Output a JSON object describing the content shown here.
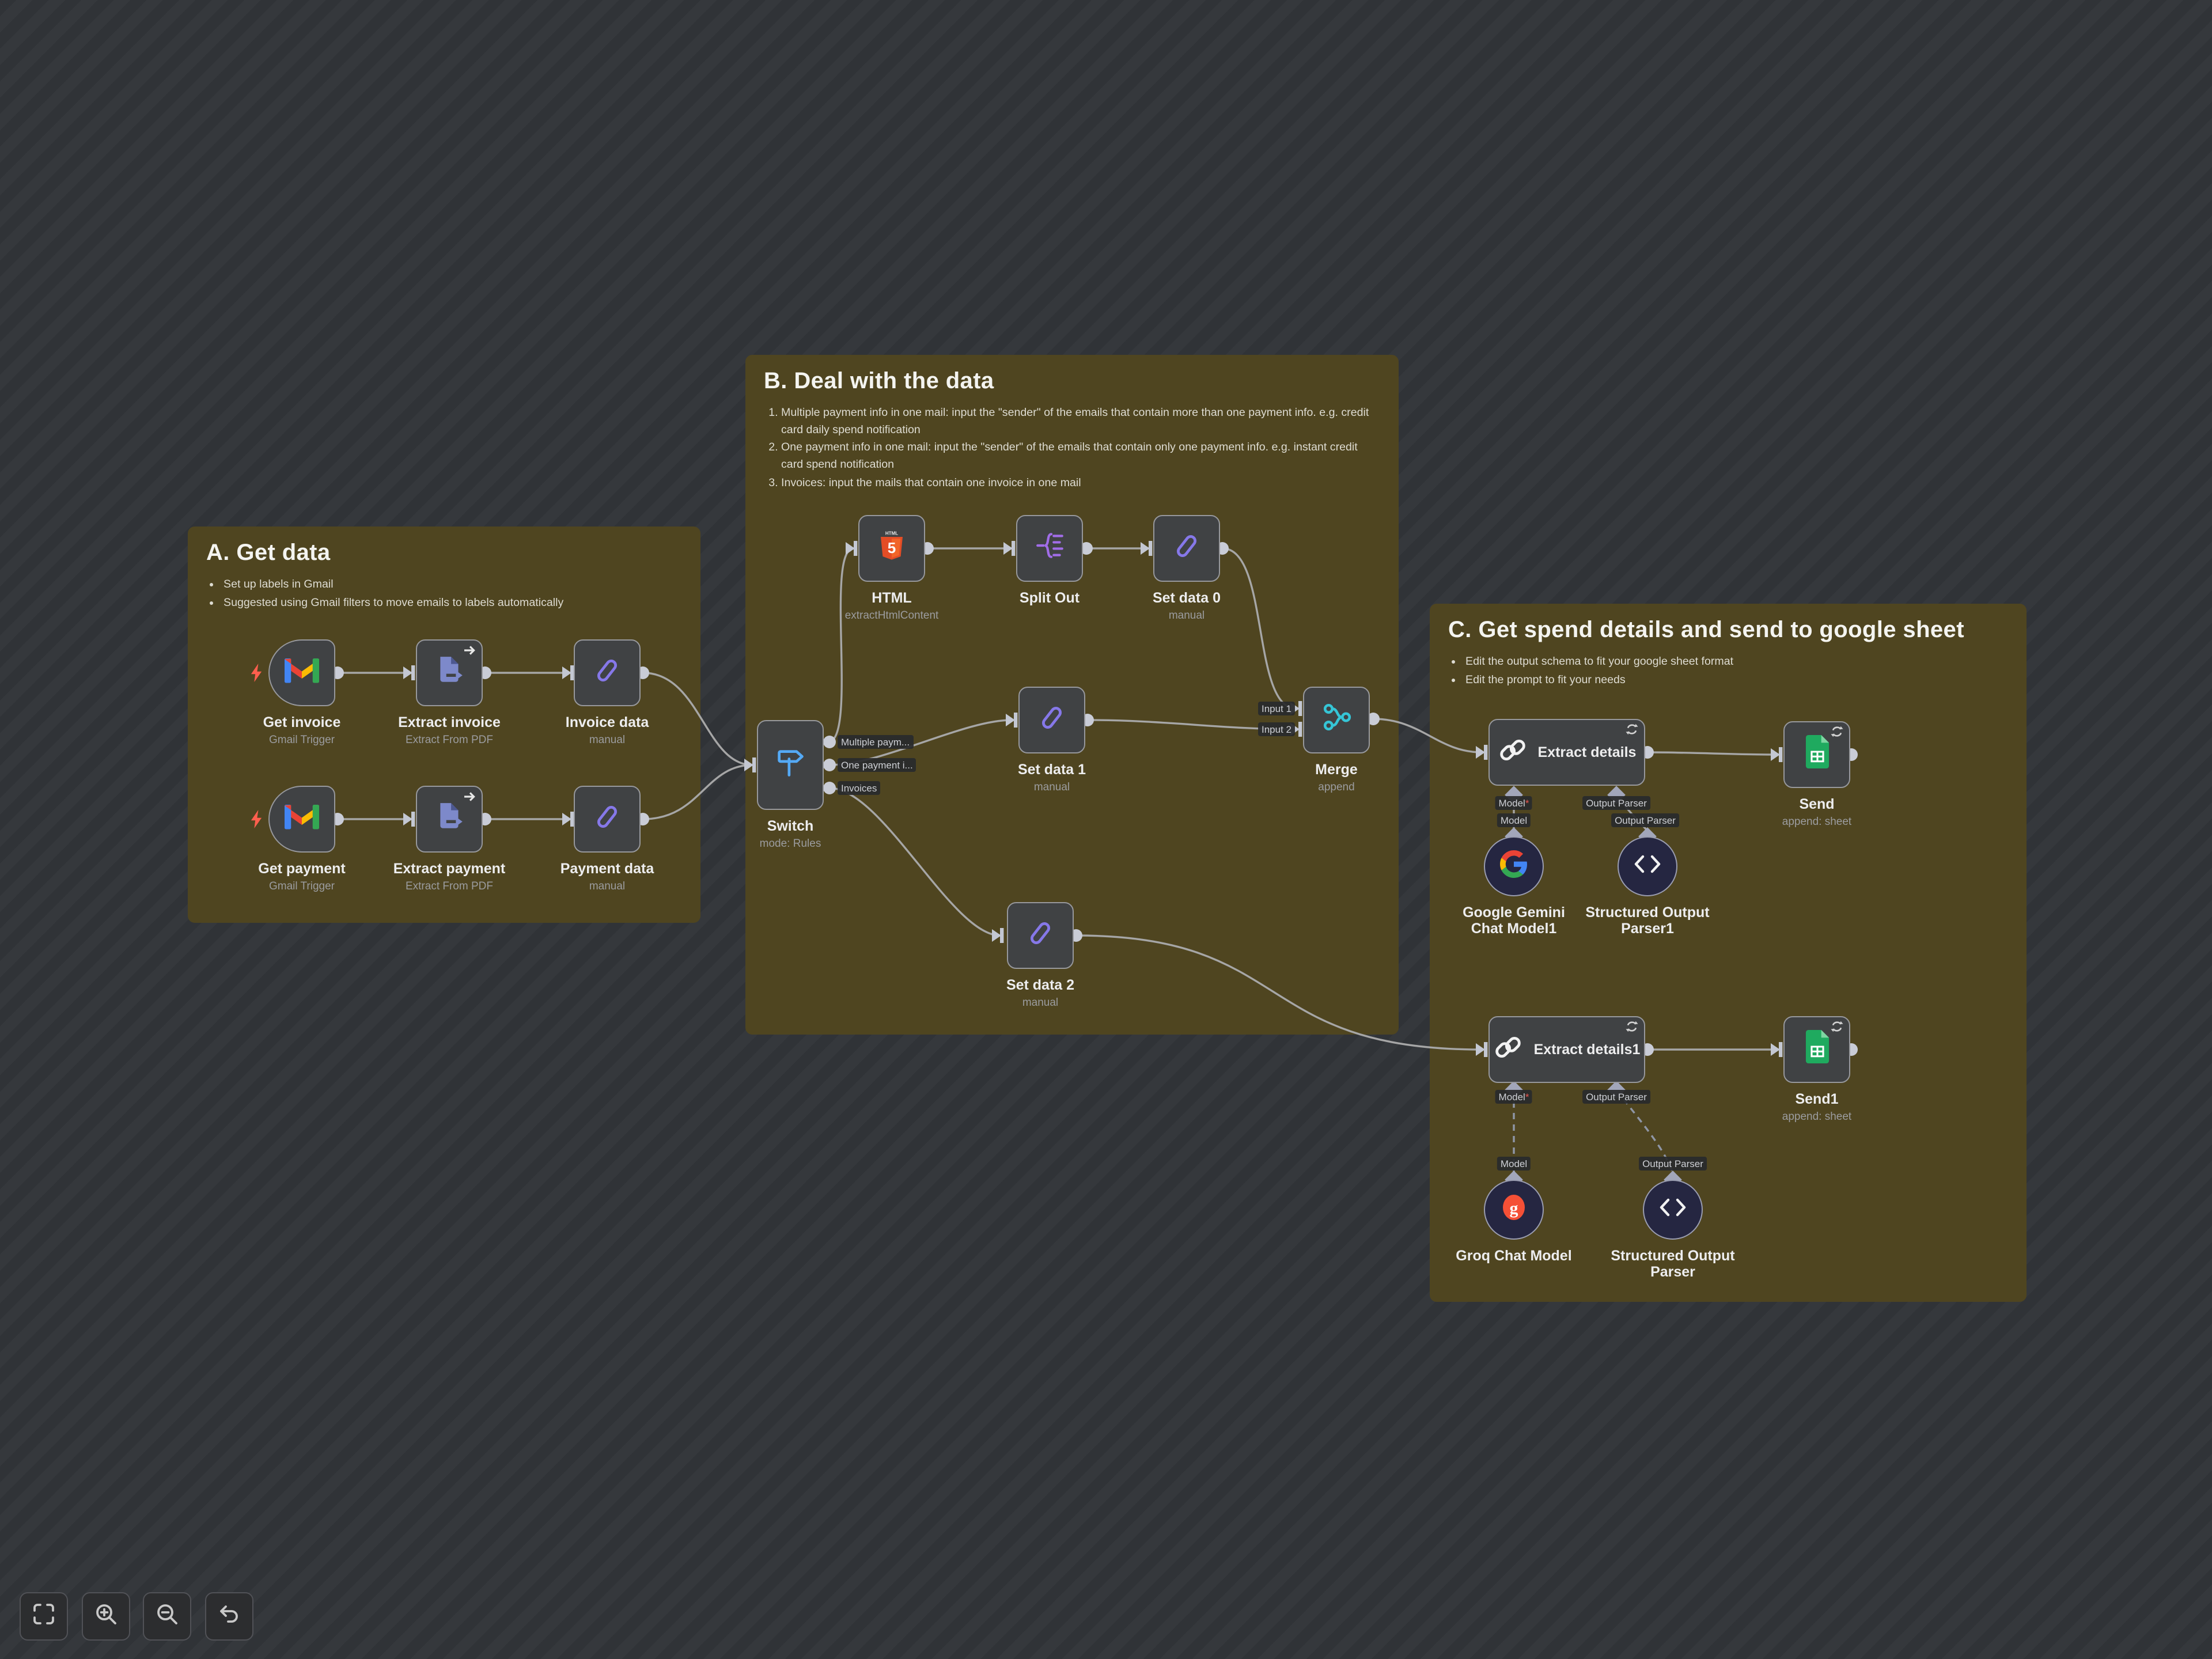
{
  "groups": {
    "a": {
      "title": "A. Get data",
      "bullets": [
        "Set up labels in Gmail",
        "Suggested using Gmail filters to move emails to labels automatically"
      ]
    },
    "b": {
      "title": "B. Deal with the data",
      "bullets": [
        "Multiple payment info in one mail: input the \"sender\" of the emails that contain more than one payment info. e.g. credit card daily spend notification",
        "One payment info in one mail: input the \"sender\" of the emails that contain only one payment info. e.g. instant credit card spend notification",
        "Invoices: input the mails that contain one invoice in one mail"
      ]
    },
    "c": {
      "title": "C. Get spend details and send to google sheet",
      "bullets": [
        "Edit the output schema to fit your google sheet format",
        "Edit the prompt to fit your needs"
      ]
    }
  },
  "nodes": {
    "get_invoice": {
      "title": "Get invoice",
      "subtitle": "Gmail Trigger"
    },
    "extract_invoice": {
      "title": "Extract invoice",
      "subtitle": "Extract From PDF"
    },
    "invoice_data": {
      "title": "Invoice data",
      "subtitle": "manual"
    },
    "get_payment": {
      "title": "Get payment",
      "subtitle": "Gmail Trigger"
    },
    "extract_payment": {
      "title": "Extract payment",
      "subtitle": "Extract From PDF"
    },
    "payment_data": {
      "title": "Payment data",
      "subtitle": "manual"
    },
    "switch": {
      "title": "Switch",
      "subtitle": "mode: Rules",
      "outputs": [
        "Multiple paym...",
        "One payment i...",
        "Invoices"
      ]
    },
    "html": {
      "title": "HTML",
      "subtitle": "extractHtmlContent"
    },
    "split_out": {
      "title": "Split Out",
      "subtitle": ""
    },
    "set_data_0": {
      "title": "Set data 0",
      "subtitle": "manual"
    },
    "set_data_1": {
      "title": "Set data 1",
      "subtitle": "manual"
    },
    "merge": {
      "title": "Merge",
      "subtitle": "append",
      "inputs": [
        "Input 1",
        "Input 2"
      ]
    },
    "set_data_2": {
      "title": "Set data 2",
      "subtitle": "manual"
    },
    "extract_details": {
      "title": "Extract details"
    },
    "send": {
      "title": "Send",
      "subtitle": "append: sheet"
    },
    "gemini": {
      "title": "Google Gemini Chat Model1"
    },
    "sop1": {
      "title": "Structured Output Parser1"
    },
    "extract_details1": {
      "title": "Extract details1"
    },
    "send1": {
      "title": "Send1",
      "subtitle": "append: sheet"
    },
    "groq": {
      "title": "Groq Chat Model"
    },
    "sop": {
      "title": "Structured Output Parser"
    }
  },
  "connector_labels": {
    "model": "Model",
    "required_mark": "*",
    "output_parser": "Output Parser"
  },
  "toolbar": {
    "buttons": [
      {
        "icon": "fit-view-icon"
      },
      {
        "icon": "zoom-in-icon"
      },
      {
        "icon": "zoom-out-icon"
      },
      {
        "icon": "undo-icon"
      }
    ]
  },
  "colors": {
    "canvas_bg": "#303337",
    "sticky_bg": "#4f4520",
    "node_bg": "#404244",
    "node_border": "#97989c",
    "edge": "#a6a6a6",
    "gmail_red": "#ea4335",
    "gmail_blue": "#4285f4",
    "gmail_green": "#34a853",
    "gmail_yellow": "#fbbc04",
    "pdf_blue": "#7d89ca",
    "pencil_purple": "#8678e9",
    "html5_orange": "#e44d26",
    "splitout_purple": "#a16de8",
    "switch_blue": "#54a9f5",
    "merge_teal": "#35c5d6",
    "sheets_green": "#1faa5f",
    "groq_red": "#f55036",
    "trigger_bolt": "#ff5f4e"
  }
}
